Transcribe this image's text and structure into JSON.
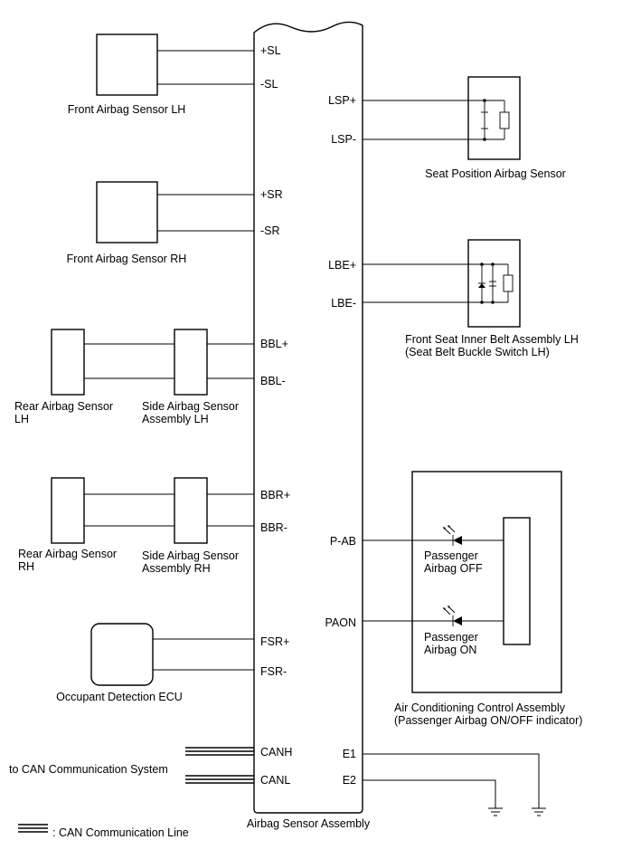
{
  "assembly": {
    "name": "Airbag Sensor Assembly",
    "left_terminals": [
      "+SL",
      "-SL",
      "+SR",
      "-SR",
      "BBL+",
      "BBL-",
      "BBR+",
      "BBR-",
      "FSR+",
      "FSR-",
      "CANH",
      "CANL"
    ],
    "right_terminals": [
      "LSP+",
      "LSP-",
      "LBE+",
      "LBE-",
      "P-AB",
      "PAON",
      "E1",
      "E2"
    ]
  },
  "components": {
    "front_lh": "Front Airbag Sensor LH",
    "front_rh": "Front Airbag Sensor RH",
    "rear_lh": [
      "Rear Airbag Sensor",
      "LH"
    ],
    "side_lh": [
      "Side Airbag Sensor",
      "Assembly LH"
    ],
    "rear_rh": [
      "Rear Airbag Sensor",
      "RH"
    ],
    "side_rh": [
      "Side Airbag Sensor",
      "Assembly RH"
    ],
    "occupant": "Occupant Detection ECU",
    "seat_position": "Seat Position Airbag Sensor",
    "buckle": [
      "Front Seat Inner Belt Assembly LH",
      "(Seat Belt Buckle Switch LH)"
    ],
    "ac": [
      "Air Conditioning Control Assembly",
      "(Passenger Airbag ON/OFF indicator)"
    ],
    "indicator_off": [
      "Passenger",
      "Airbag OFF"
    ],
    "indicator_on": [
      "Passenger",
      "Airbag ON"
    ]
  },
  "can": {
    "to_label": "to CAN Communication System",
    "legend": ": CAN Communication Line"
  }
}
